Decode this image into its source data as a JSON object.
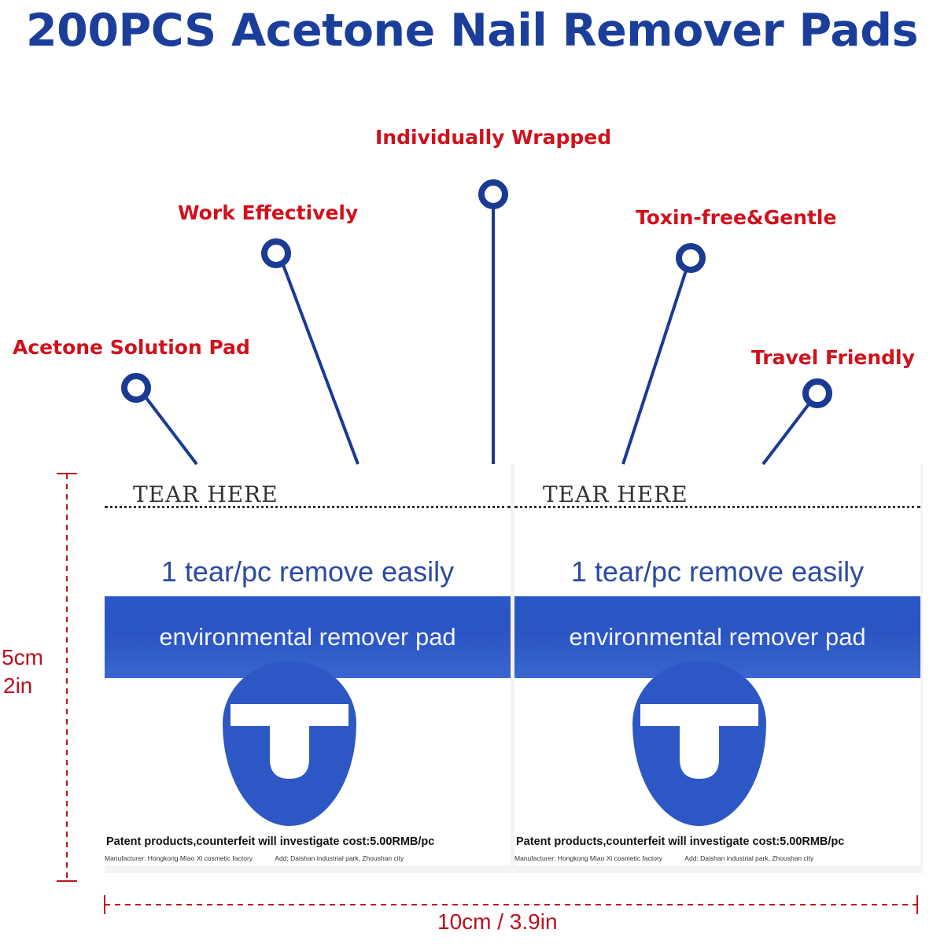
{
  "title": "200PCS Acetone Nail Remover Pads",
  "features": [
    {
      "label": "Acetone Solution Pad"
    },
    {
      "label": "Work Effectively"
    },
    {
      "label": "Individually Wrapped"
    },
    {
      "label": "Toxin-free&Gentle"
    },
    {
      "label": "Travel Friendly"
    }
  ],
  "packet": {
    "tear_label": "TEAR HERE",
    "headline": "1 tear/pc remove easily",
    "band_text": "environmental remover pad",
    "patent": "Patent products,counterfeit will investigate cost:5.00RMB/pc",
    "manufacturer": "Manufacturer: Hongkong Miao Xi cosmetic factory",
    "address": "Add: Daishan industrial park, Zhoushan city"
  },
  "dimensions": {
    "height_cm": "5cm",
    "height_in": "2in",
    "width": "10cm / 3.9in"
  },
  "colors": {
    "title_blue": "#1b3e9a",
    "feature_red": "#d0111c",
    "pad_blue": "#2b57c6",
    "dimension_red": "#b8121d"
  }
}
